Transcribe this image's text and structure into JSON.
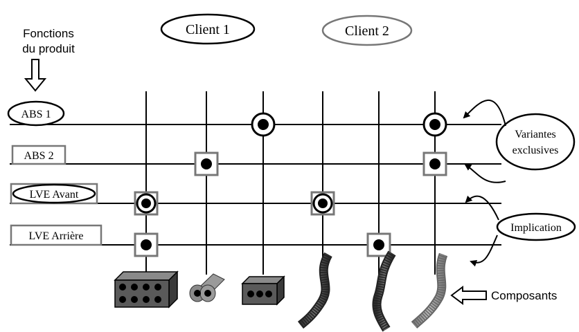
{
  "header": {
    "functions_label_line1": "Fonctions",
    "functions_label_line2": "du produit",
    "client1": "Client 1",
    "client2": "Client 2"
  },
  "functions": [
    {
      "label": "ABS 1",
      "frame": "ellipse"
    },
    {
      "label": "ABS 2",
      "frame": "box"
    },
    {
      "label": "LVE Avant",
      "frame": "ellipse-box"
    },
    {
      "label": "LVE Arrière",
      "frame": "box"
    }
  ],
  "constraints": {
    "exclusive_line1": "Variantes",
    "exclusive_line2": "exclusives",
    "implication": "Implication"
  },
  "components_label": "Composants",
  "colors": {
    "line": "#000000",
    "client1_frame": "#000000",
    "client2_frame": "#777777",
    "box_marker": "#777777",
    "component_dark": "#4a4a4a",
    "component_light": "#8c8c8c"
  }
}
